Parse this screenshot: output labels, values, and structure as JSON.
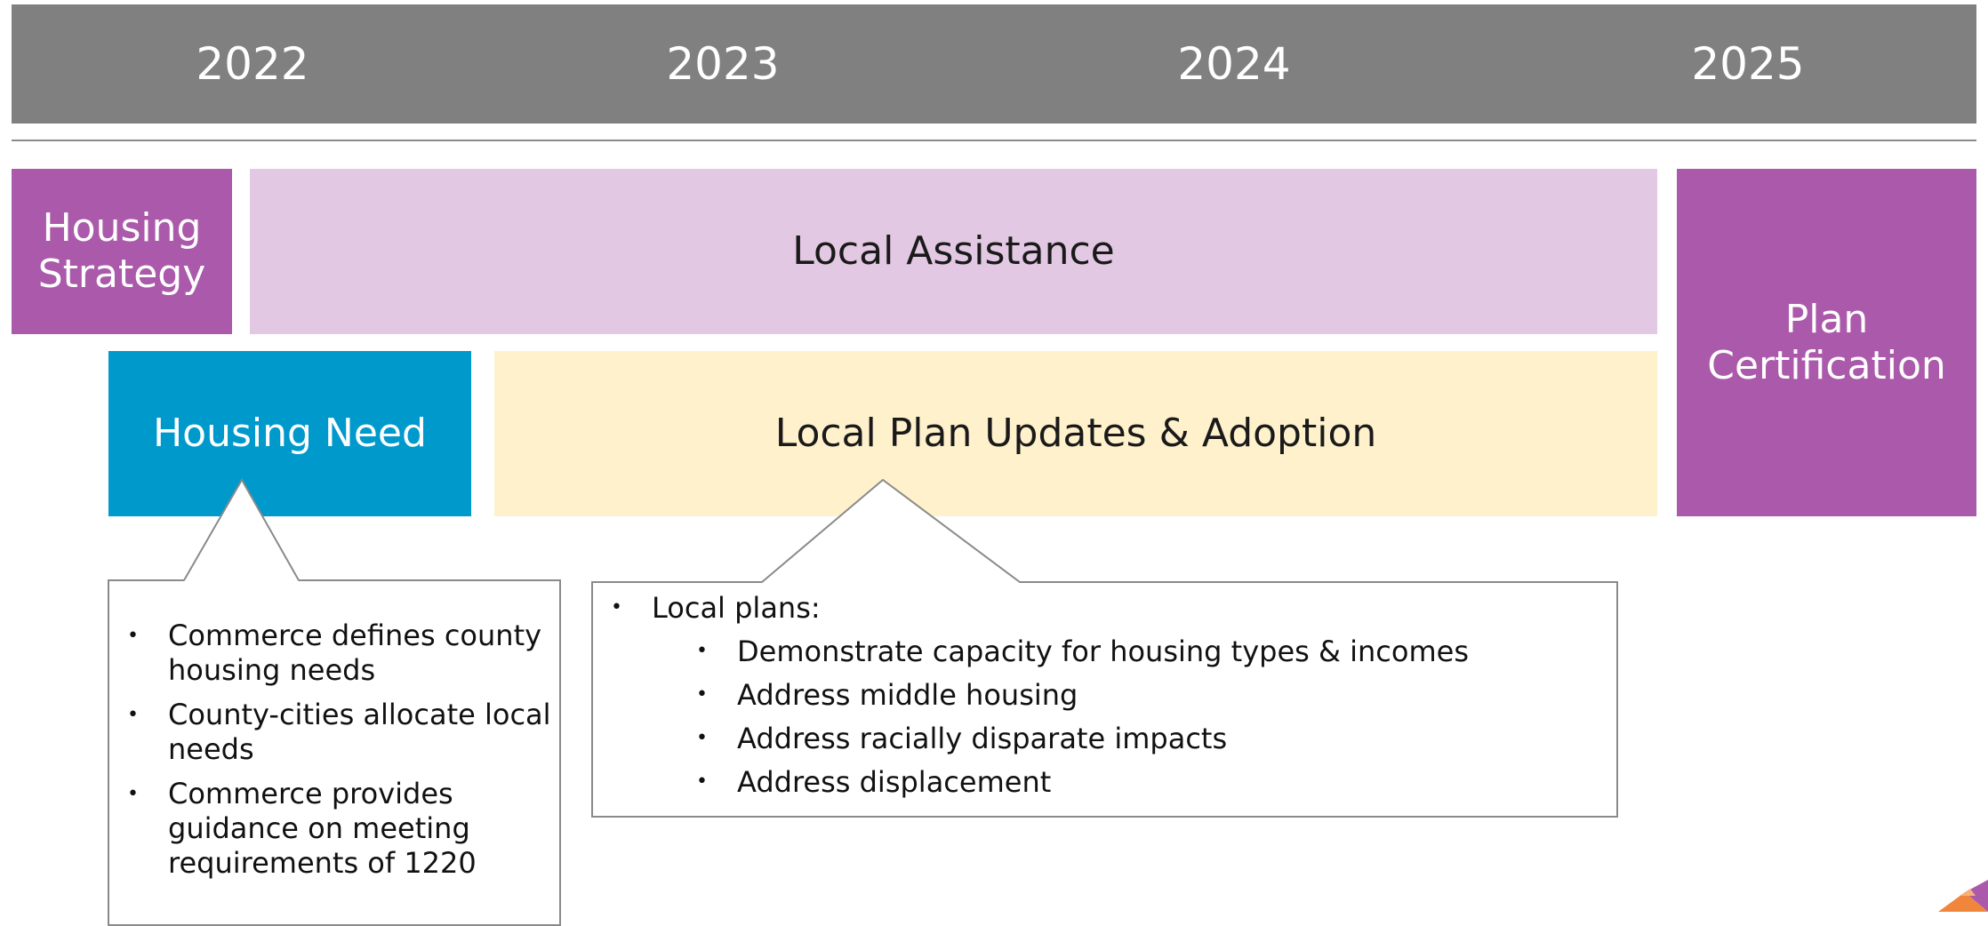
{
  "years": [
    "2022",
    "2023",
    "2024",
    "2025"
  ],
  "phases": {
    "housing_strategy": "Housing\nStrategy",
    "local_assistance": "Local Assistance",
    "housing_need": "Housing Need",
    "local_plan_updates": "Local Plan Updates & Adoption",
    "plan_certification": "Plan\nCertification"
  },
  "housing_need_notes": [
    "Commerce defines county housing needs",
    "County-cities allocate local needs",
    "Commerce provides guidance on meeting requirements of 1220"
  ],
  "local_plans_note": {
    "heading": "Local plans:",
    "items": [
      "Demonstrate capacity for housing types & incomes",
      "Address middle housing",
      "Address racially disparate impacts",
      "Address displacement"
    ]
  },
  "bullet_glyph": "•",
  "colors": {
    "year_bar": "#808080",
    "purple": "#ab5aab",
    "lavender": "#e2c8e3",
    "blue": "#0099cc",
    "cream": "#fff1cc"
  }
}
